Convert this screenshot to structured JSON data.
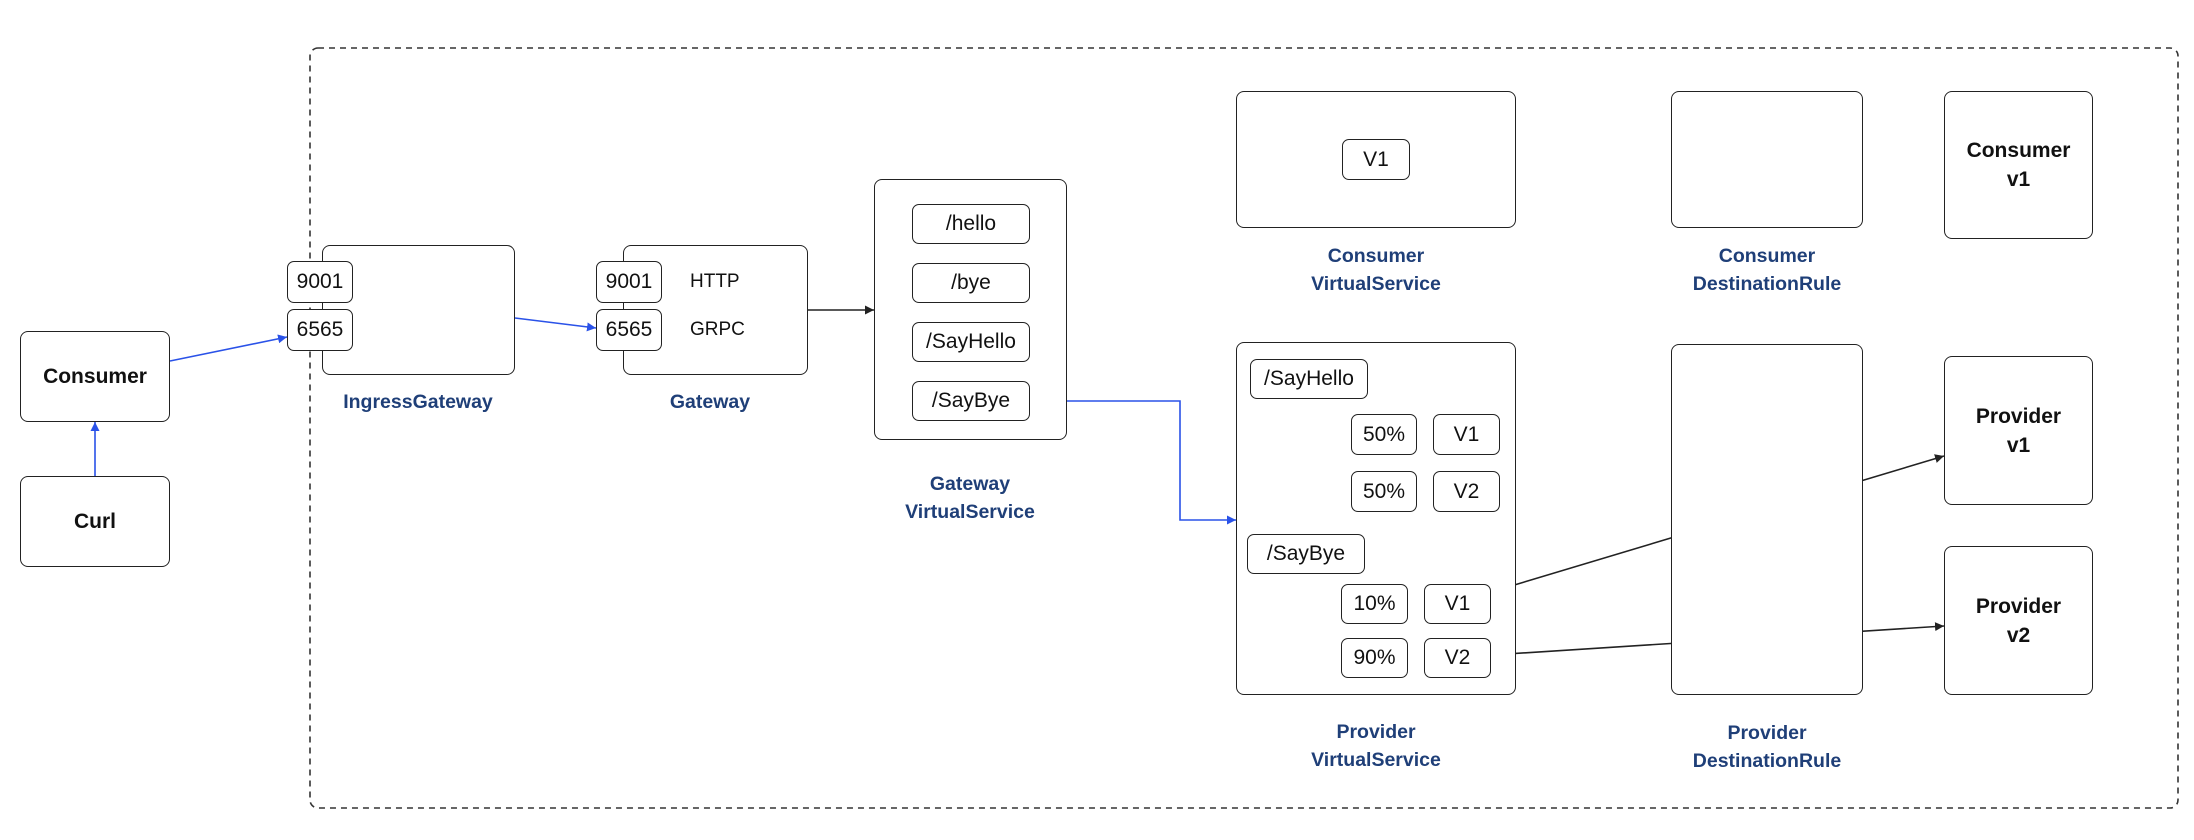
{
  "colors": {
    "caption": "#1f3f78",
    "arrow_blue": "#2a52e8",
    "arrow_black": "#222222",
    "border": "#222222"
  },
  "consumer": {
    "label": "Consumer"
  },
  "curl": {
    "label": "Curl"
  },
  "ingress_gateway": {
    "ports": [
      "9001",
      "6565"
    ],
    "caption": "IngressGateway"
  },
  "gateway": {
    "ports": [
      "9001",
      "6565"
    ],
    "protocols": [
      "HTTP",
      "GRPC"
    ],
    "caption": "Gateway"
  },
  "gateway_virtual_service": {
    "routes": [
      "/hello",
      "/bye",
      "/SayHello",
      "/SayBye"
    ],
    "caption": [
      "Gateway",
      "VirtualService"
    ]
  },
  "consumer_virtual_service": {
    "version": "V1",
    "caption": [
      "Consumer",
      "VirtualService"
    ]
  },
  "consumer_destination_rule": {
    "caption": [
      "Consumer",
      "DestinationRule"
    ]
  },
  "consumer_v1": {
    "label": [
      "Consumer",
      "v1"
    ]
  },
  "provider_virtual_service": {
    "say_hello": {
      "route": "/SayHello",
      "splits": [
        {
          "weight": "50%",
          "version": "V1"
        },
        {
          "weight": "50%",
          "version": "V2"
        }
      ]
    },
    "say_bye": {
      "route": "/SayBye",
      "splits": [
        {
          "weight": "10%",
          "version": "V1"
        },
        {
          "weight": "90%",
          "version": "V2"
        }
      ]
    },
    "caption": [
      "Provider",
      "VirtualService"
    ]
  },
  "provider_destination_rule": {
    "caption": [
      "Provider",
      "DestinationRule"
    ]
  },
  "provider_v1": {
    "label": [
      "Provider",
      "v1"
    ]
  },
  "provider_v2": {
    "label": [
      "Provider",
      "v2"
    ]
  }
}
